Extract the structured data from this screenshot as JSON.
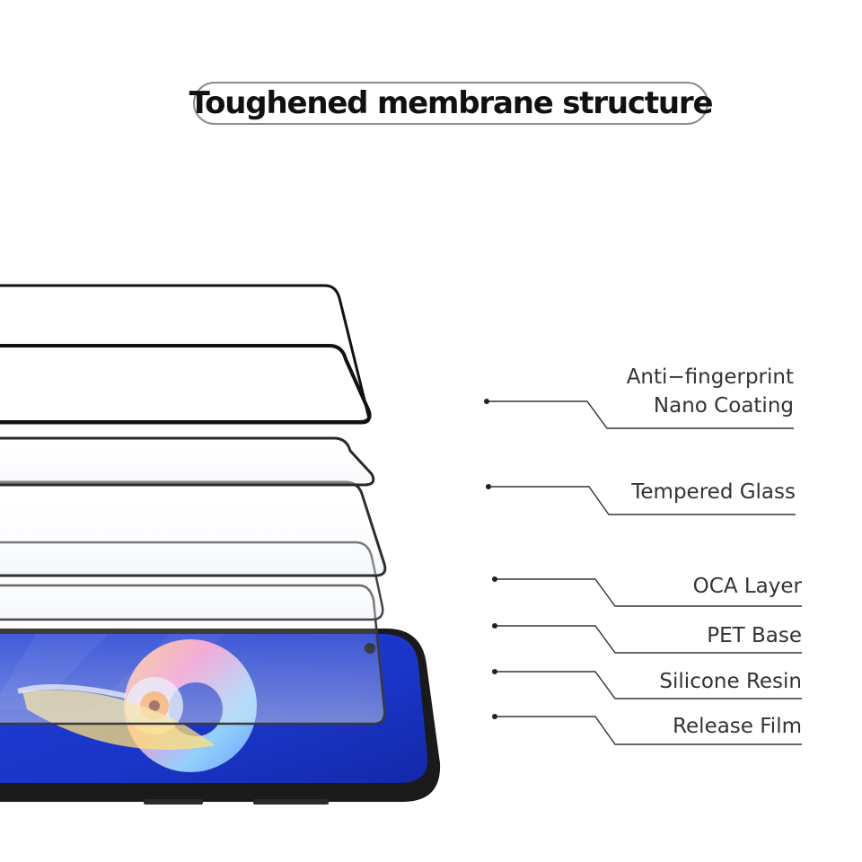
{
  "title": "Toughened membrane structure",
  "layers": [
    {
      "line1": "Anti−fingerprint",
      "line2": "Nano Coating"
    },
    {
      "line1": "Tempered Glass"
    },
    {
      "line1": "OCA Layer"
    },
    {
      "line1": "PET Base"
    },
    {
      "line1": "Silicone Resin"
    },
    {
      "line1": "Release Film"
    }
  ],
  "colors": {
    "screen": "#1a35c8",
    "phone_frame": "#1a1a1a",
    "callout_line": "#333333",
    "title_border": "#8c8c8c"
  },
  "icons": [
    "phone-illustration",
    "layer-sheet",
    "abstract-logo"
  ]
}
